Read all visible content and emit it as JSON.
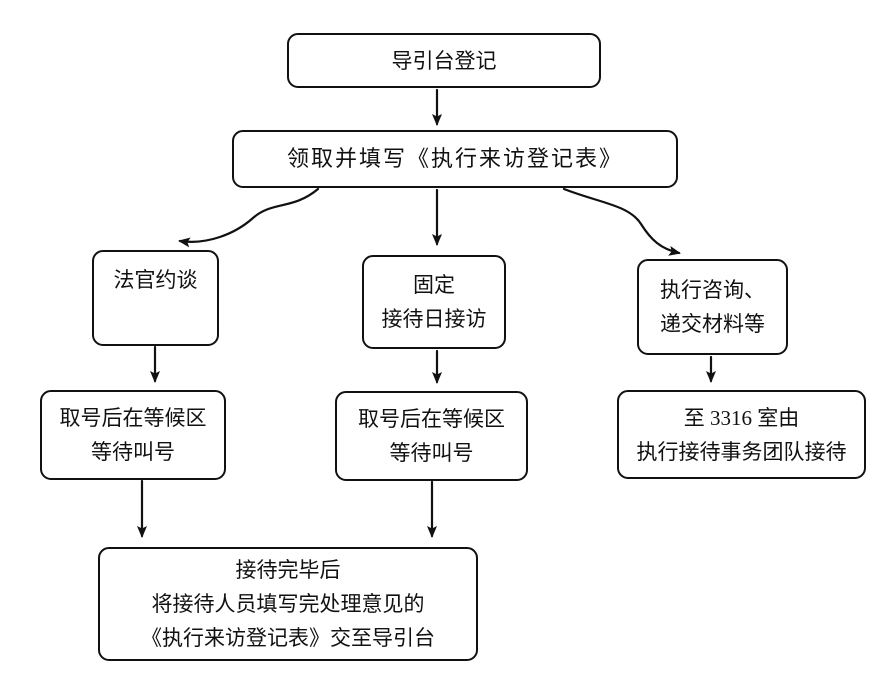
{
  "colors": {
    "background": "#ffffff",
    "line": "#111111",
    "text": "#111111"
  },
  "nodes": {
    "register": {
      "lines": [
        "导引台登记"
      ]
    },
    "form": {
      "lines": [
        "领取并填写《执行来访登记表》"
      ]
    },
    "judge": {
      "lines": [
        "法官约谈"
      ]
    },
    "fixed_day": {
      "lines": [
        "固定",
        "接待日接访"
      ]
    },
    "consult": {
      "lines": [
        "执行咨询、",
        "递交材料等"
      ]
    },
    "wait_left": {
      "lines": [
        "取号后在等候区",
        "等待叫号"
      ]
    },
    "wait_mid": {
      "lines": [
        "取号后在等候区",
        "等待叫号"
      ]
    },
    "room": {
      "lines": [
        "至 3316 室由",
        "执行接待事务团队接待"
      ]
    },
    "final": {
      "lines": [
        "接待完毕后",
        "将接待人员填写完处理意见的",
        "《执行来访登记表》交至导引台"
      ]
    }
  }
}
